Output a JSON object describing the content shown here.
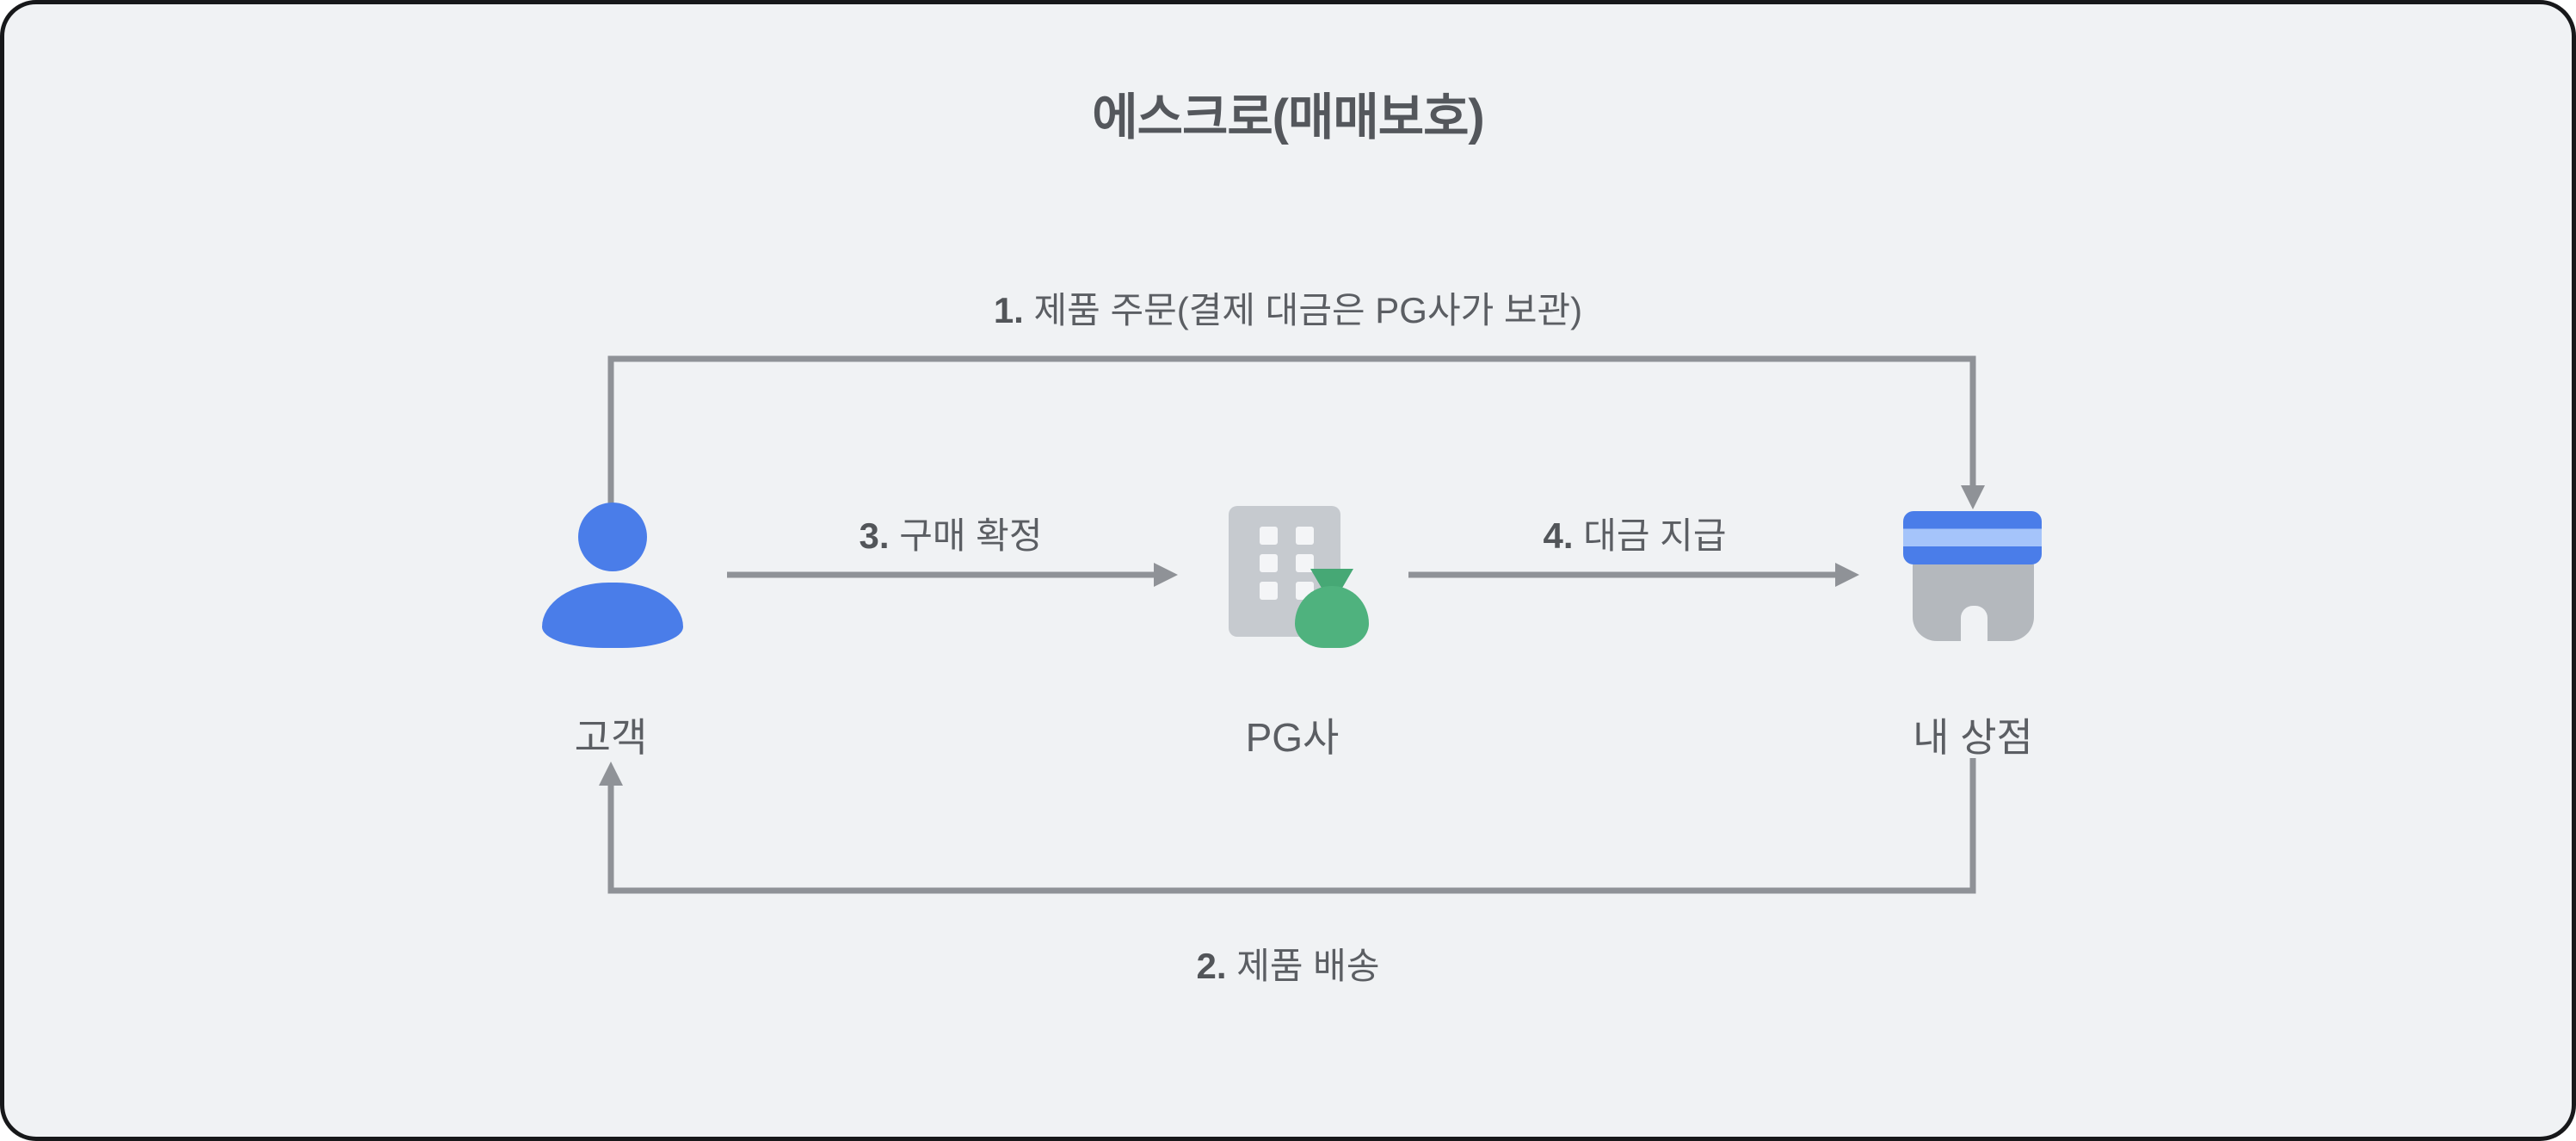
{
  "title": "에스크로(매매보호)",
  "entities": {
    "customer": {
      "label": "고객",
      "icon": "person-icon"
    },
    "pg": {
      "label": "PG사",
      "icon": "building-money-bag-icon"
    },
    "store": {
      "label": "내 상점",
      "icon": "storefront-icon"
    }
  },
  "flows": [
    {
      "num": "1.",
      "label": "제품 주문(결제 대금은 PG사가 보관)",
      "from": "고객",
      "to": "내 상점"
    },
    {
      "num": "2.",
      "label": "제품 배송",
      "from": "내 상점",
      "to": "고객"
    },
    {
      "num": "3.",
      "label": "구매 확정",
      "from": "고객",
      "to": "PG사"
    },
    {
      "num": "4.",
      "label": "대금 지급",
      "from": "PG사",
      "to": "내 상점"
    }
  ],
  "colors": {
    "panel_bg": "#f0f2f4",
    "panel_border": "#17181a",
    "arrow_gray": "#8f9297",
    "text_gray": "#5b5e63",
    "person_blue": "#4a7de9",
    "awning_blue": "#4a7de9",
    "awning_stripe_blue": "#a5c4fa",
    "building_gray": "#c6cacf",
    "store_body_gray": "#b4b8bd",
    "money_bag_green": "#4fb27e"
  }
}
